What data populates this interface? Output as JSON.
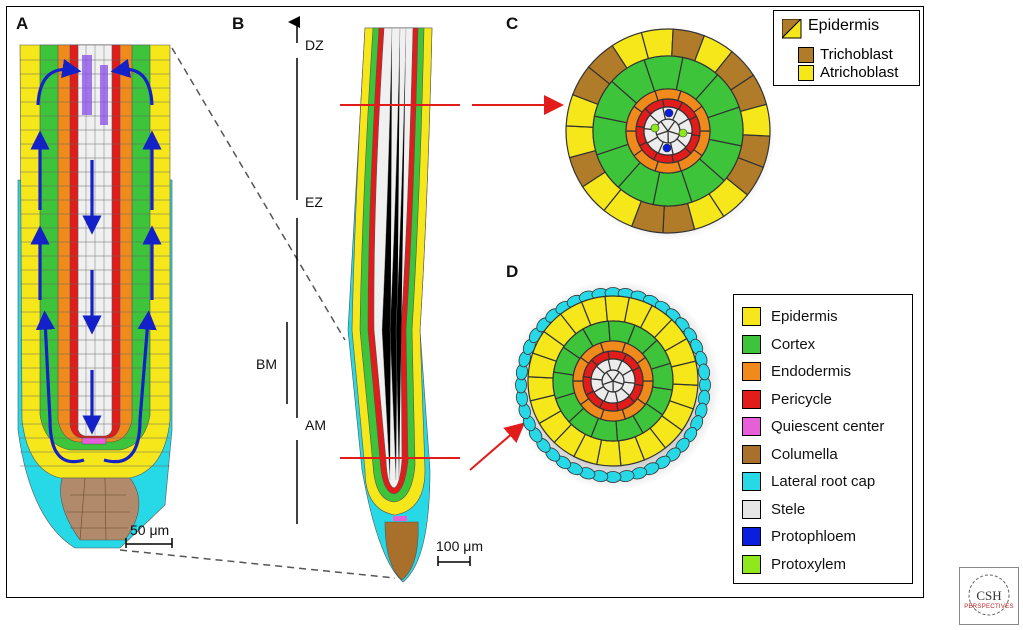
{
  "panels": {
    "a": "A",
    "b": "B",
    "c": "C",
    "d": "D"
  },
  "scale_bars": {
    "a": "50 μm",
    "b": "100 μm"
  },
  "zones": {
    "dz": "DZ",
    "ez": "EZ",
    "bm": "BM",
    "am": "AM"
  },
  "legend_epidermis": {
    "title": "Epidermis",
    "items": [
      {
        "label": "Trichoblast",
        "color": "#b07c2a"
      },
      {
        "label": "Atrichoblast",
        "color": "#f5e71a"
      }
    ]
  },
  "legend_tissues": [
    {
      "label": "Epidermis",
      "color": "#f5e71a"
    },
    {
      "label": "Cortex",
      "color": "#3ec43a"
    },
    {
      "label": "Endodermis",
      "color": "#f08a1c"
    },
    {
      "label": "Pericycle",
      "color": "#e21b1b"
    },
    {
      "label": "Quiescent center",
      "color": "#e65fd8"
    },
    {
      "label": "Columella",
      "color": "#a9702c"
    },
    {
      "label": "Lateral root cap",
      "color": "#27d8e6"
    },
    {
      "label": "Stele",
      "color": "#e6e6e6"
    },
    {
      "label": "Protophloem",
      "color": "#0a1ee0"
    },
    {
      "label": "Protoxylem",
      "color": "#8fe81c"
    }
  ],
  "logo": {
    "text": "CSH",
    "sub": "PERSPECTIVES"
  }
}
